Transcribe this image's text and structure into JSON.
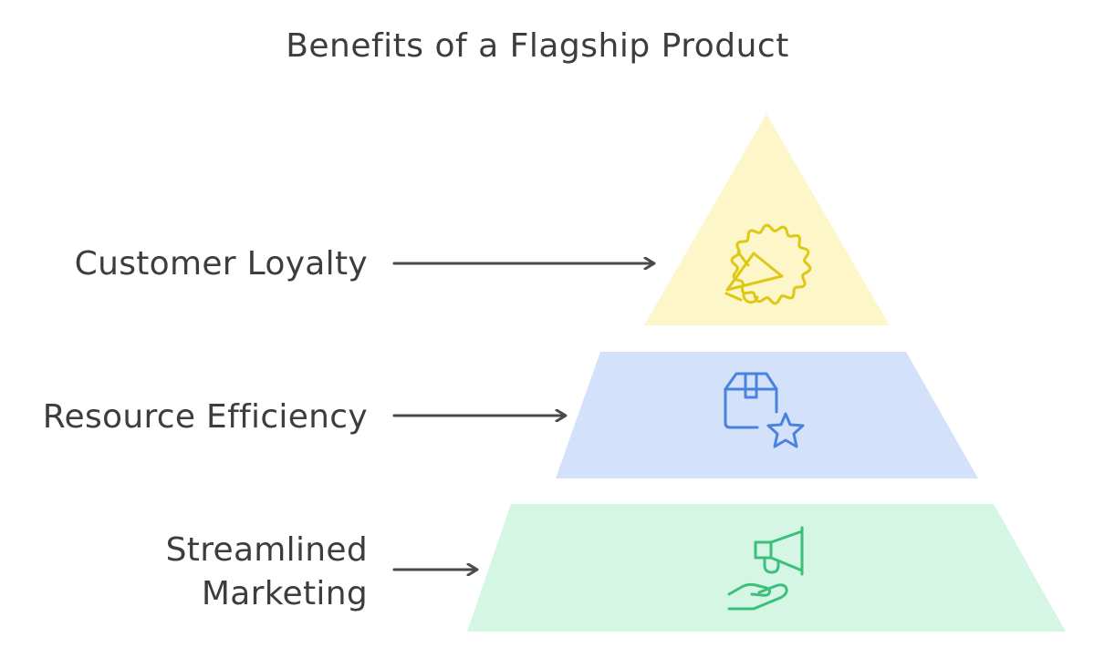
{
  "title": "Benefits of a Flagship Product",
  "levels": [
    {
      "label": "Customer Loyalty",
      "color": "#fcf6c8",
      "icon_color": "#e0c714",
      "icon": "megaphone-badge-icon"
    },
    {
      "label": "Resource Efficiency",
      "color": "#d3e1fb",
      "icon_color": "#4a82e0",
      "icon": "box-star-icon"
    },
    {
      "label_lines": [
        "Streamlined",
        "Marketing"
      ],
      "color": "#d5f5e5",
      "icon_color": "#3cbf7a",
      "icon": "hand-megaphone-icon"
    }
  ],
  "arrow_color": "#4a4a4a"
}
